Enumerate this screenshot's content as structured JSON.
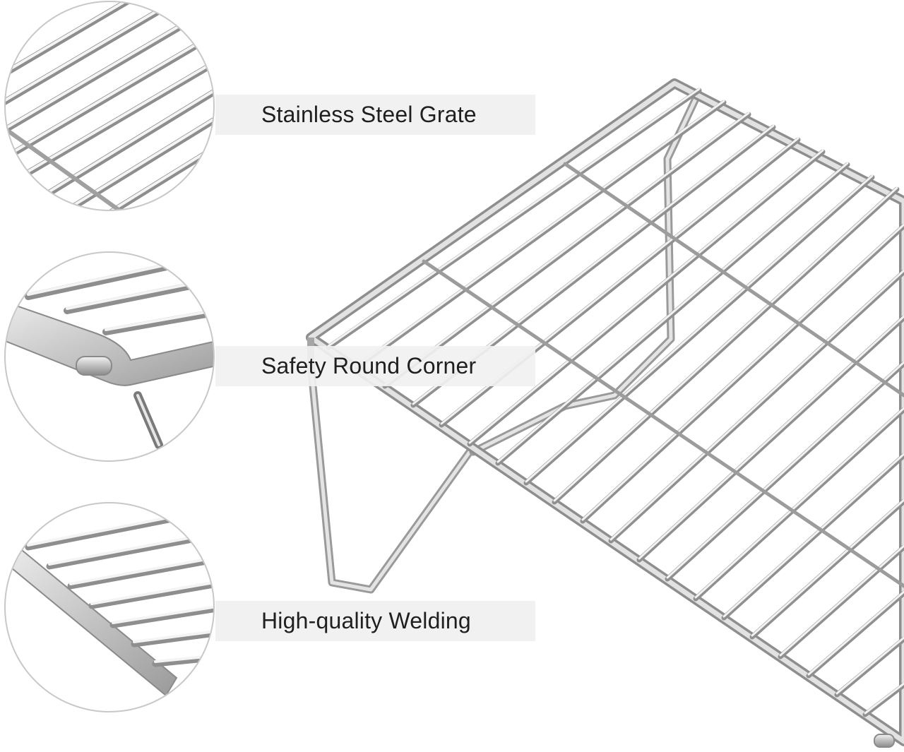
{
  "colors": {
    "background": "#ffffff",
    "label_band": "#f1f1f1",
    "label_text": "#1f1f1f",
    "steel_light": "#e6e6e6",
    "steel_mid": "#b8b8b8",
    "steel_dark": "#8a8a8a",
    "circle_border": "#c8c8c8"
  },
  "callouts": [
    {
      "label": "Stainless Steel Grate"
    },
    {
      "label": "Safety Round Corner"
    },
    {
      "label": "High-quality Welding"
    }
  ]
}
